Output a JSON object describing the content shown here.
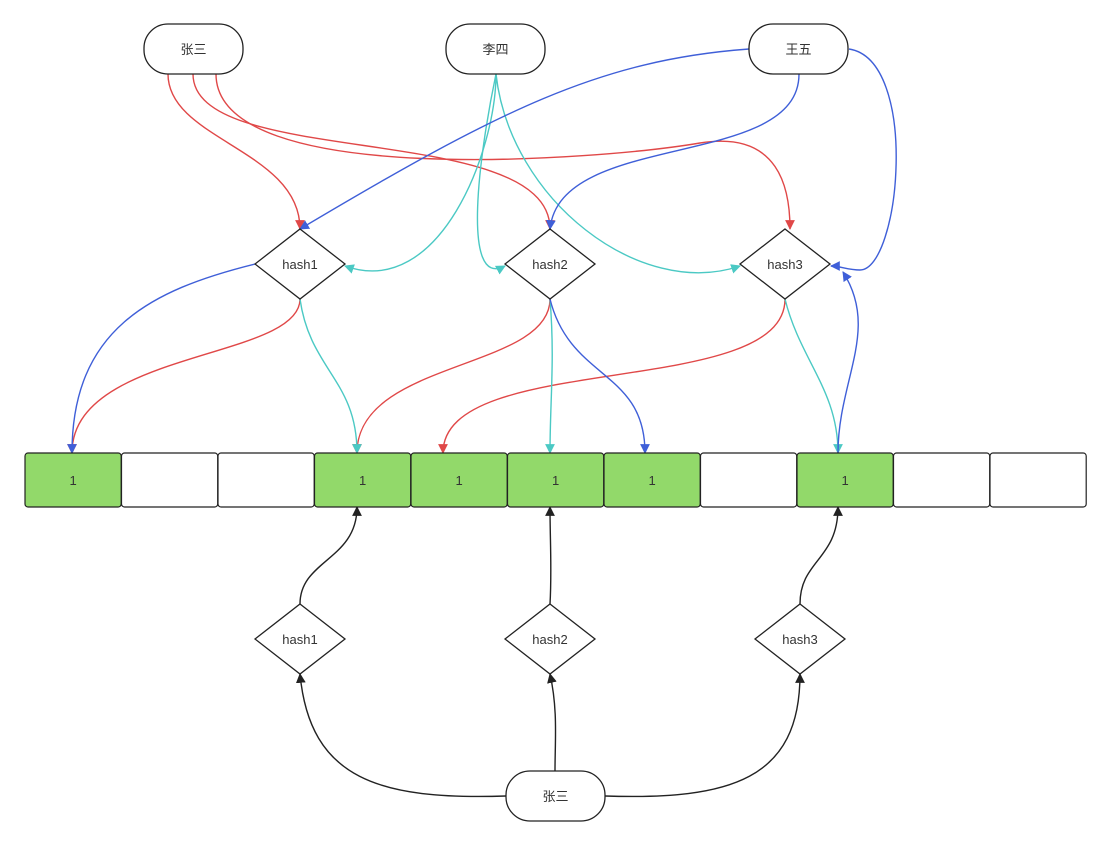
{
  "colors": {
    "zhangsan": "#e04848",
    "lisi": "#4bc9c4",
    "wangwu": "#3f5fd8",
    "query": "#222222",
    "bit_set": "#92d96a",
    "bit_unset": "#ffffff"
  },
  "inputs": [
    {
      "id": "zhangsan",
      "label": "张三"
    },
    {
      "id": "lisi",
      "label": "李四"
    },
    {
      "id": "wangwu",
      "label": "王五"
    }
  ],
  "hash_functions": [
    {
      "id": "h1",
      "label": "hash1"
    },
    {
      "id": "h2",
      "label": "hash2"
    },
    {
      "id": "h3",
      "label": "hash3"
    }
  ],
  "bit_array": [
    {
      "value": "1",
      "set": true
    },
    {
      "value": "",
      "set": false
    },
    {
      "value": "",
      "set": false
    },
    {
      "value": "1",
      "set": true
    },
    {
      "value": "1",
      "set": true
    },
    {
      "value": "1",
      "set": true
    },
    {
      "value": "1",
      "set": true
    },
    {
      "value": "",
      "set": false
    },
    {
      "value": "1",
      "set": true
    },
    {
      "value": "",
      "set": false
    },
    {
      "value": "",
      "set": false
    }
  ],
  "query": {
    "label": "张三",
    "hash_functions": [
      {
        "id": "q1",
        "label": "hash1"
      },
      {
        "id": "q2",
        "label": "hash2"
      },
      {
        "id": "q3",
        "label": "hash3"
      }
    ]
  }
}
